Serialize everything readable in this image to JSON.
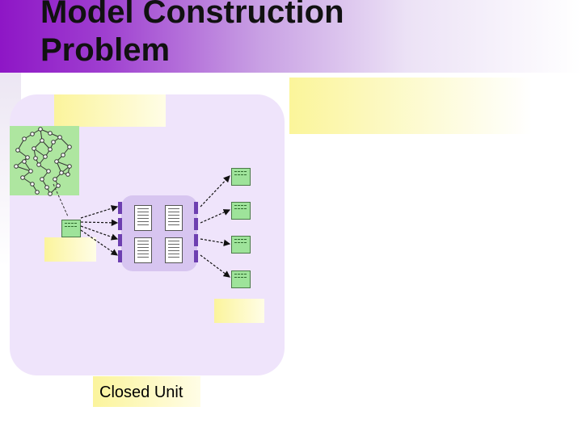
{
  "slide": {
    "title_lines": [
      "Model Construction",
      "Problem"
    ],
    "closed_unit_label": "Closed Unit",
    "colors": {
      "title_gradient_start": "#8e16c6",
      "panel": "#efe4fb",
      "graph_box": "#aee6a0",
      "center_box": "#d7c5f0",
      "highlight_yellow": "#fbf49c",
      "connector_bar": "#6d3fb0"
    }
  },
  "diagram": {
    "graph_box": {
      "node_count": 32,
      "icon": "call-graph-icon"
    },
    "closed_unit_box": {
      "document_count": 4,
      "connector_bar_count": 8,
      "icon": "document-icon"
    },
    "input_components": [
      {
        "icon": "component-box-icon"
      }
    ],
    "output_components": [
      {
        "icon": "component-box-icon"
      },
      {
        "icon": "component-box-icon"
      },
      {
        "icon": "component-box-icon"
      },
      {
        "icon": "component-box-icon"
      }
    ]
  }
}
